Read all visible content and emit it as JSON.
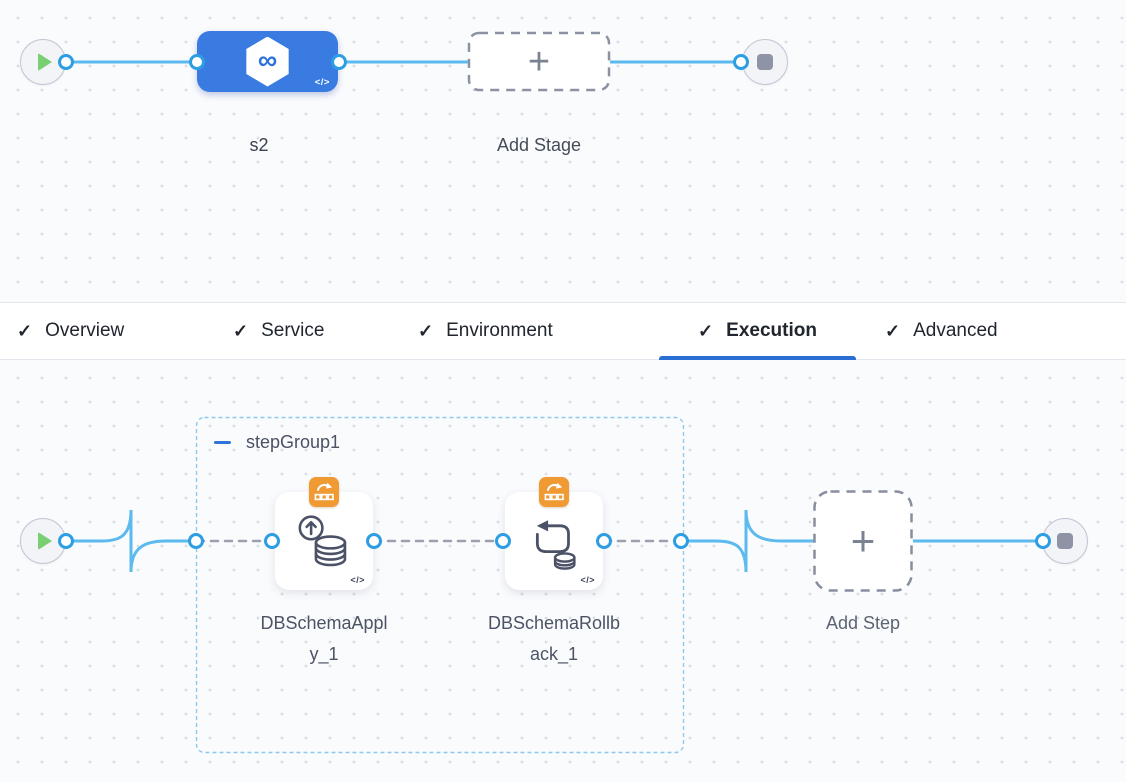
{
  "icons": {
    "check": "✓",
    "plus": "+",
    "infinity": "∞",
    "code": "</>"
  },
  "stage_flow": {
    "stage_name": "s2",
    "add_stage_label": "Add Stage"
  },
  "tab_bar": {
    "tabs": [
      {
        "label": "Overview",
        "checked": true,
        "active": false
      },
      {
        "label": "Service",
        "checked": true,
        "active": false
      },
      {
        "label": "Environment",
        "checked": true,
        "active": false
      },
      {
        "label": "Execution",
        "checked": true,
        "active": true
      },
      {
        "label": "Advanced",
        "checked": true,
        "active": false
      }
    ]
  },
  "execution_flow": {
    "step_group_label": "stepGroup1",
    "steps": [
      {
        "name": "DBSchemaApply_1",
        "label_wrapped": "DBSchemaAppl\ny_1",
        "badge": "looping-strategy"
      },
      {
        "name": "DBSchemaRollback_1",
        "label_wrapped": "DBSchemaRollb\nack_1",
        "badge": "looping-strategy"
      }
    ],
    "add_step_label": "Add Step"
  },
  "colors": {
    "flow_line": "#5cbaee",
    "port_ring": "#2d9de4",
    "stage_blue": "#3a7be2",
    "active_tab_underline": "#2a6dd5",
    "strategy_badge_orange": "#f09a33",
    "step_group_border": "#8ccaec",
    "dashed_connector": "#9aa0af",
    "play_green": "#79cf72",
    "icon_slate": "#4b5166"
  }
}
